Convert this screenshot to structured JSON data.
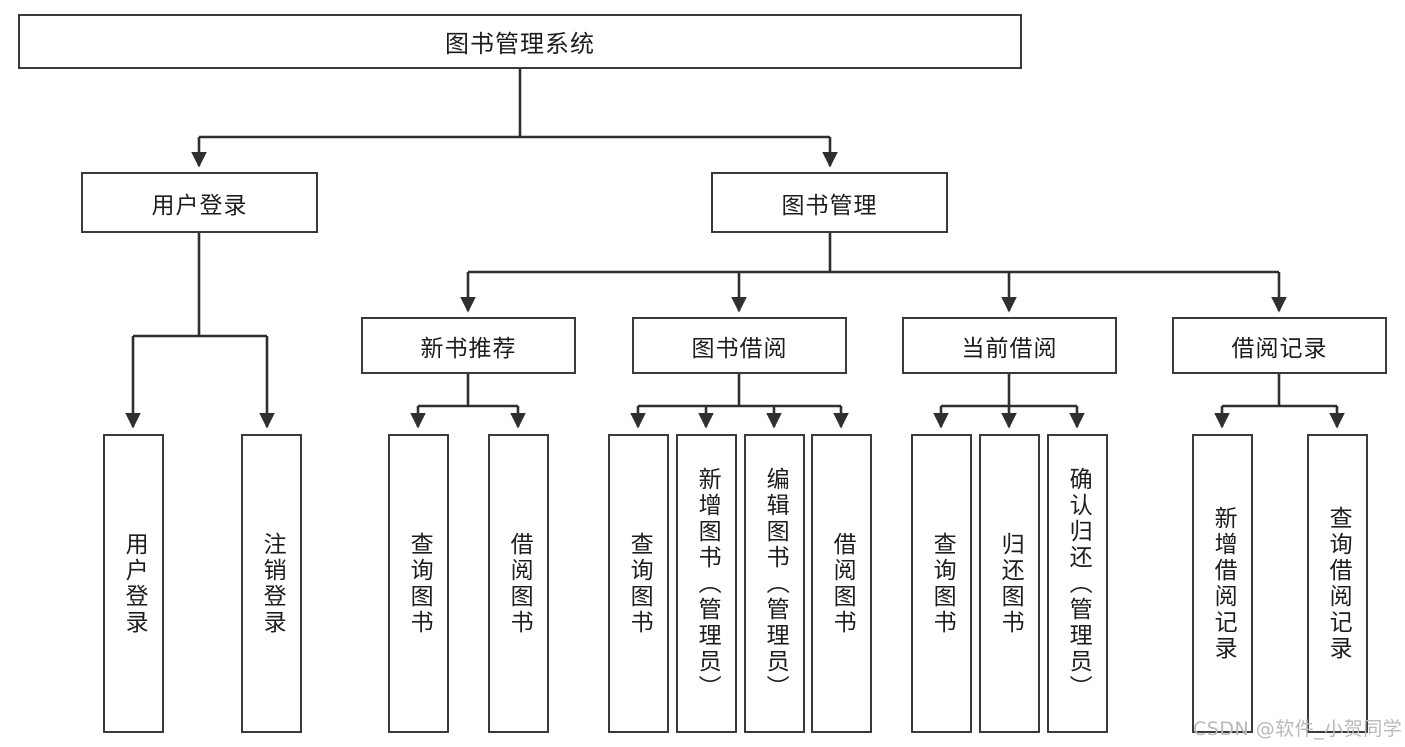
{
  "diagram": {
    "type": "hierarchy-tree",
    "title": "图书管理系统",
    "watermark": "CSDN @软件_小贺同学",
    "colors": {
      "box_border": "#3a3a3a",
      "box_fill": "#ffffff",
      "connector": "#2f2f2f",
      "text": "#1d1d1d",
      "watermark": "#b9b9b9"
    },
    "root": {
      "label": "图书管理系统"
    },
    "level1": [
      {
        "id": "user-login",
        "label": "用户登录"
      },
      {
        "id": "book-management",
        "label": "图书管理"
      }
    ],
    "level2": [
      {
        "id": "new-book-recommend",
        "label": "新书推荐",
        "parent": "book-management"
      },
      {
        "id": "book-borrow",
        "label": "图书借阅",
        "parent": "book-management"
      },
      {
        "id": "current-borrow",
        "label": "当前借阅",
        "parent": "book-management"
      },
      {
        "id": "borrow-record",
        "label": "借阅记录",
        "parent": "book-management"
      }
    ],
    "leaves": {
      "user-login": [
        {
          "id": "leaf-user-login",
          "label": "用户登录"
        },
        {
          "id": "leaf-logout-login",
          "label": "注销登录"
        }
      ],
      "new-book-recommend": [
        {
          "id": "leaf-query-book-1",
          "label": "查询图书"
        },
        {
          "id": "leaf-borrow-book-1",
          "label": "借阅图书"
        }
      ],
      "book-borrow": [
        {
          "id": "leaf-query-book-2",
          "label": "查询图书"
        },
        {
          "id": "leaf-add-book",
          "label": "新增图书（管理员）"
        },
        {
          "id": "leaf-edit-book",
          "label": "编辑图书（管理员）"
        },
        {
          "id": "leaf-borrow-book-2",
          "label": "借阅图书"
        }
      ],
      "current-borrow": [
        {
          "id": "leaf-query-book-3",
          "label": "查询图书"
        },
        {
          "id": "leaf-return-book",
          "label": "归还图书"
        },
        {
          "id": "leaf-confirm-return",
          "label": "确认归还（管理员）"
        }
      ],
      "borrow-record": [
        {
          "id": "leaf-add-record",
          "label": "新增借阅记录"
        },
        {
          "id": "leaf-query-record",
          "label": "查询借阅记录"
        }
      ]
    }
  }
}
